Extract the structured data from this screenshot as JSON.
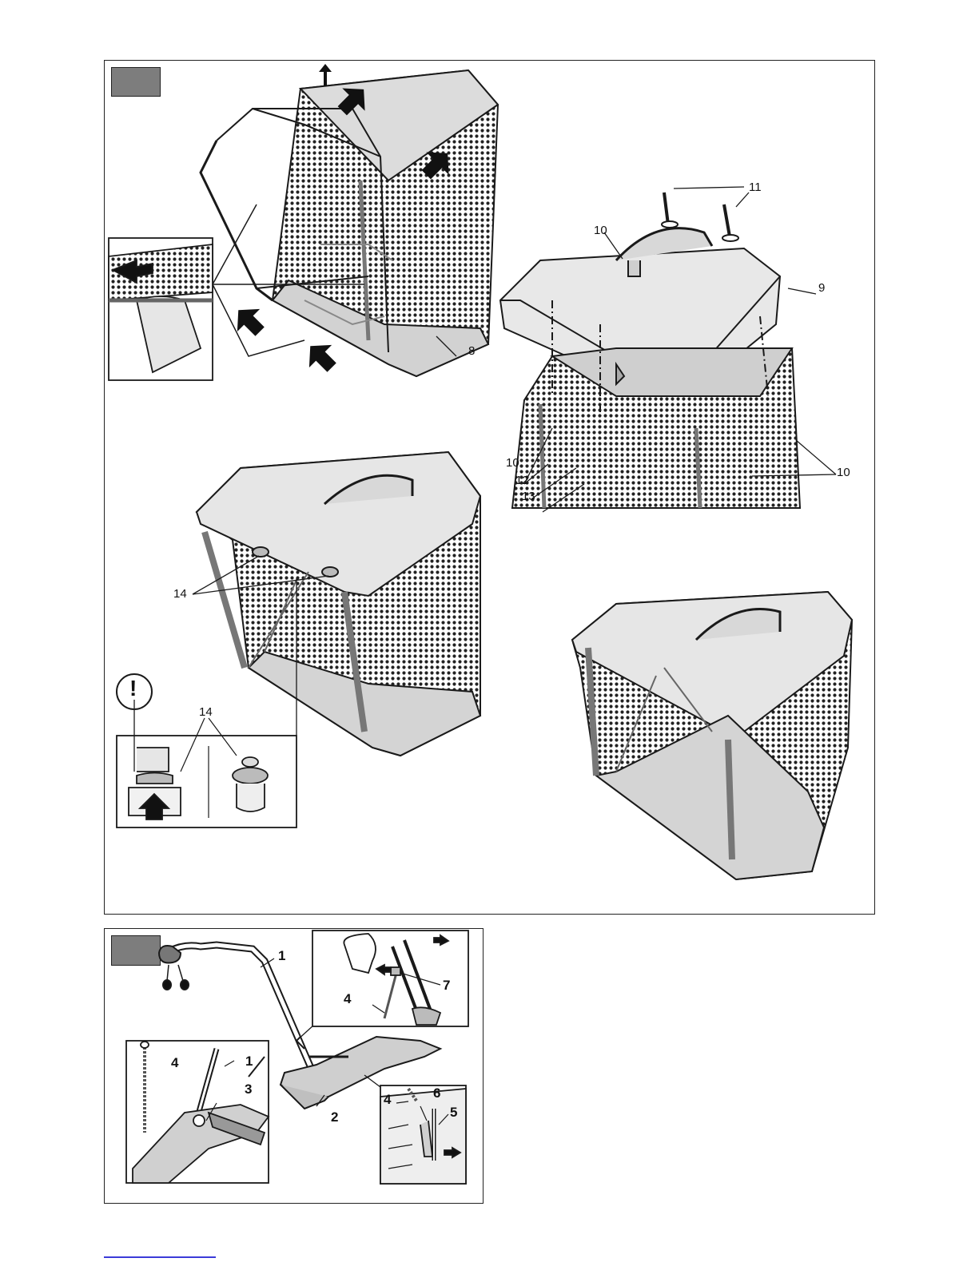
{
  "figures": {
    "top": {
      "part_labels": {
        "l8": "8",
        "l9": "9",
        "l10_handle": "10",
        "l10_left": "10",
        "l10_right": "10",
        "l11": "11",
        "l12": "12",
        "l13": "13",
        "l14_main": "14",
        "l14_inset": "14"
      },
      "caution": "!"
    },
    "bottom": {
      "part_labels": {
        "l1_main": "1",
        "l2": "2",
        "l1_inset": "1",
        "l3": "3",
        "l4_inset_a": "4",
        "l4_inset_b": "4",
        "l4_inset_c": "4",
        "l5": "5",
        "l6": "6",
        "l7": "7"
      }
    }
  },
  "colors": {
    "line": "#1a1a1a",
    "panel_fill": "#dcdcdc",
    "mesh_fill": "#9a9a9a",
    "tab_fill": "#7d7d7d",
    "footer_link": "#3b3bd8"
  }
}
